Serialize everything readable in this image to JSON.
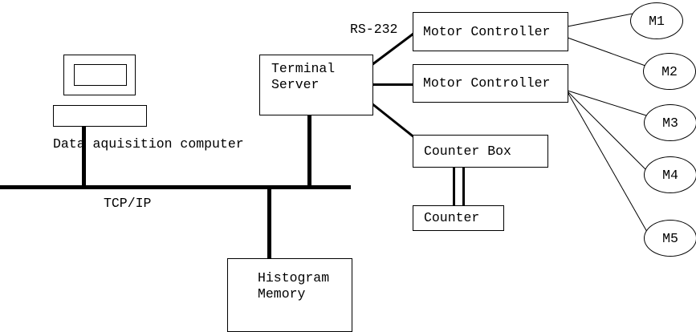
{
  "colors": {
    "ink": "#000000",
    "background": "#ffffff"
  },
  "labels": {
    "rs232": "RS-232",
    "tcpip": "TCP/IP",
    "data_acquisition": "Data aquisition computer"
  },
  "nodes": {
    "terminal_server": "Terminal\nServer",
    "motor_controller_1": "Motor Controller",
    "motor_controller_2": "Motor Controller",
    "counter_box": "Counter Box",
    "counter": "Counter",
    "histogram_memory": "Histogram\nMemory",
    "motors": [
      "M1",
      "M2",
      "M3",
      "M4",
      "M5"
    ]
  }
}
